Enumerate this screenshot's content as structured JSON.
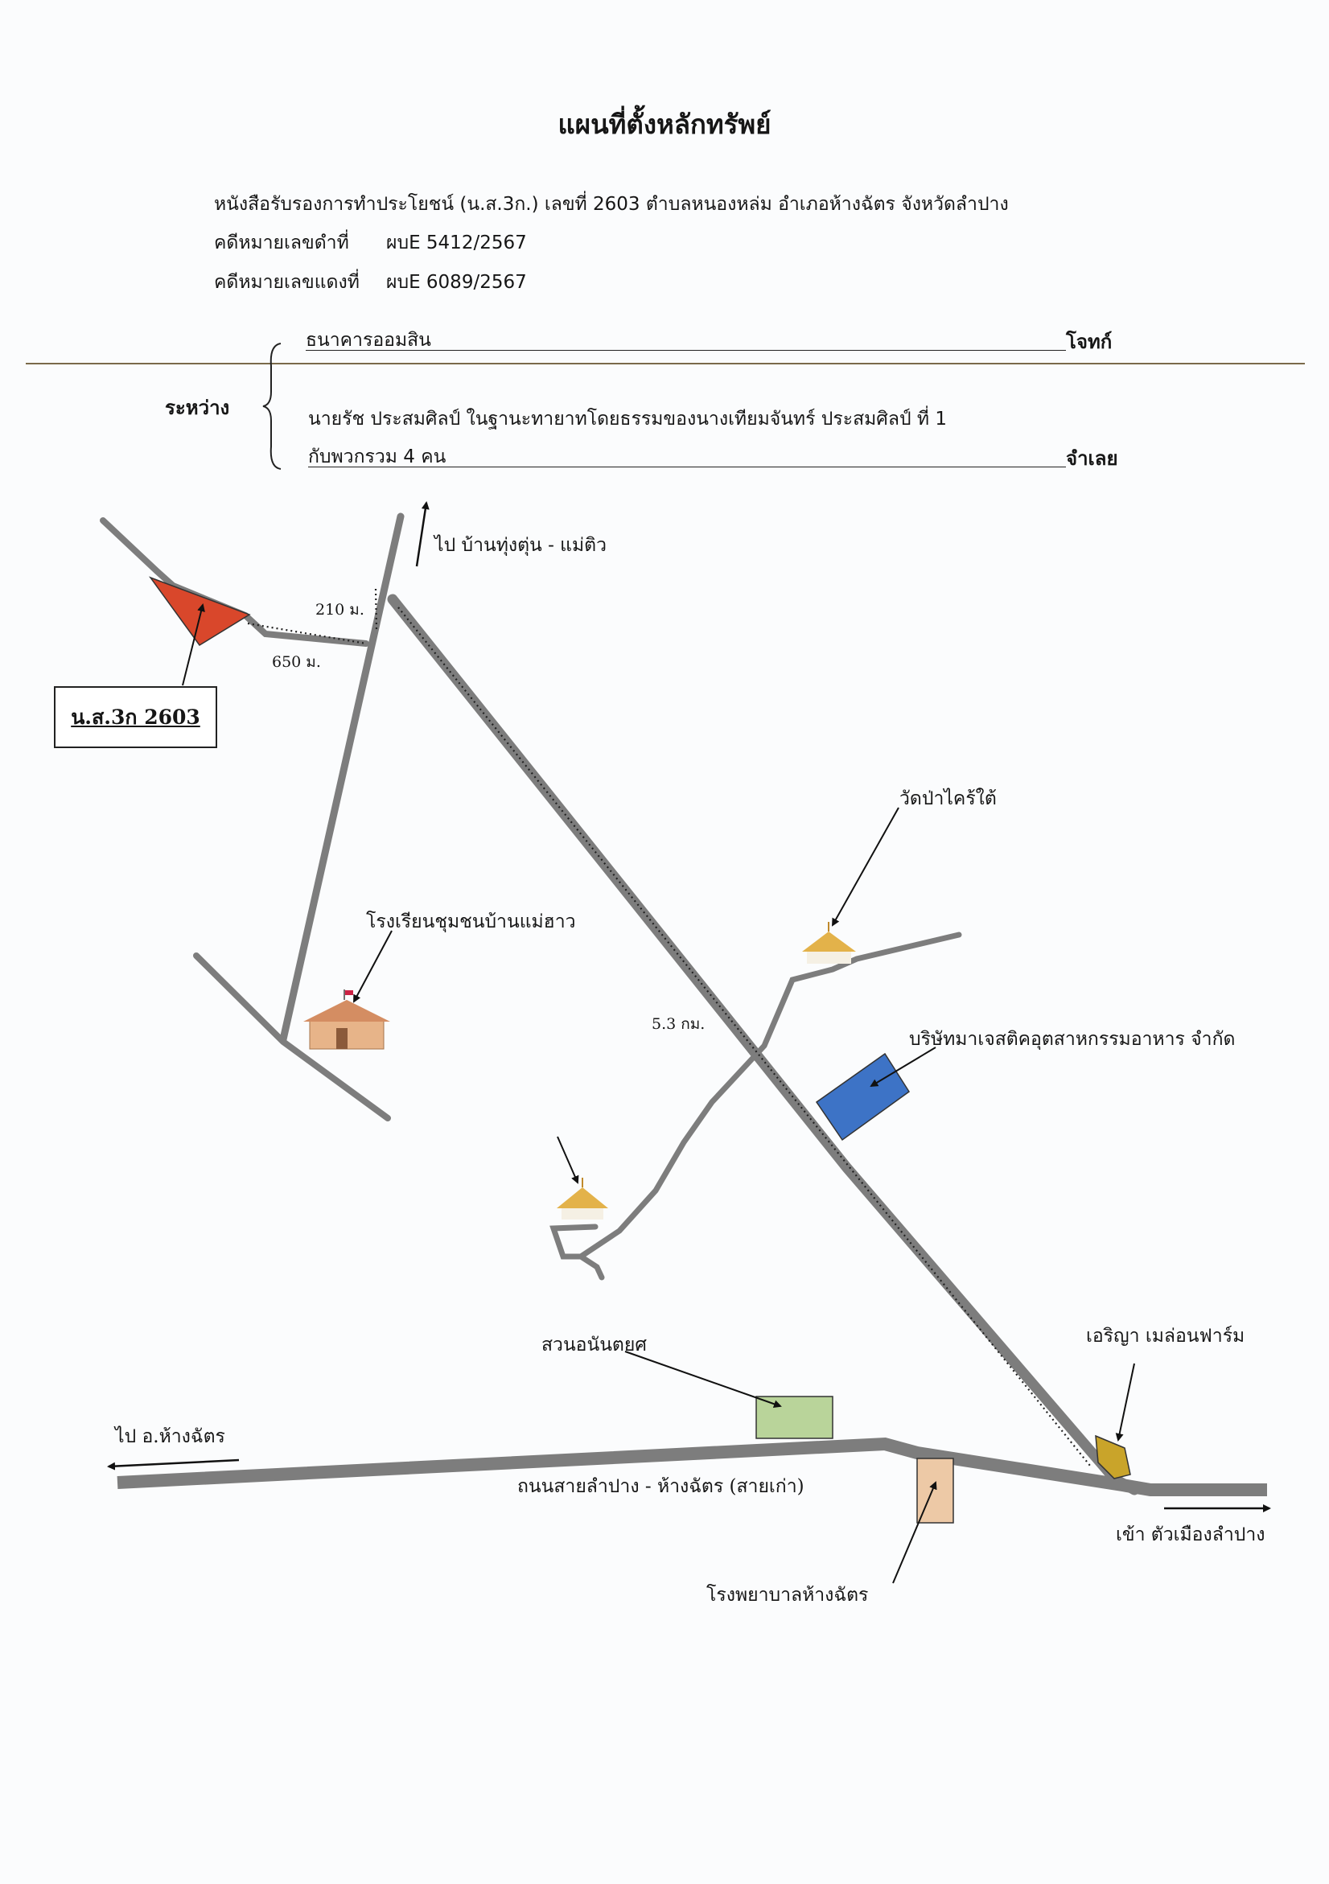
{
  "title": "แผนที่ตั้งหลักทรัพย์",
  "document": {
    "deed_line": "หนังสือรับรองการทำประโยชน์ (น.ส.3ก.)  เลขที่  2603  ตำบลหนองหล่ม  อำเภอห้างฉัตร จังหวัดลำปาง",
    "black_case_label": "คดีหมายเลขดำที่",
    "black_case_no": "ผบE  5412/2567",
    "red_case_label": "คดีหมายเลขแดงที่",
    "red_case_no": "ผบE  6089/2567"
  },
  "parties": {
    "between_label": "ระหว่าง",
    "plaintiff_name": "ธนาคารออมสิน",
    "plaintiff_role": "โจทก์",
    "defendant_line1": "นายรัช  ประสมศิลป์  ในฐานะทายาทโดยธรรมของนางเทียมจันทร์  ประสมศิลป์  ที่  1",
    "defendant_line2": "กับพวกรวม  4  คน",
    "defendant_role": "จำเลย"
  },
  "map": {
    "parcel_badge": "น.ส.3ก 2603",
    "dist_210": "210 ม.",
    "dist_650": "650 ม.",
    "dist_5_3": "5.3 กม.",
    "north_dest": "ไป บ้านทุ่งตุ่น - แม่ติว",
    "school": "โรงเรียนชุมชนบ้านแม่ฮาว",
    "temple": "วัดป่าไคร้ใต้",
    "company": "บริษัทมาเจสติคอุตสาหกรรมอาหาร จำกัด",
    "park": "สวนอนันตยศ",
    "farm": "เอริญา เมล่อนฟาร์ม",
    "west_dest": "ไป อ.ห้างฉัตร",
    "main_road": "ถนนสายลำปาง - ห้างฉัตร (สายเก่า)",
    "east_dest": "เข้า ตัวเมืองลำปาง",
    "hospital": "โรงพยาบาลห้างฉัตร",
    "colors": {
      "road": "#7d7d7d",
      "parcel": "#d9472b",
      "company": "#3d73c6",
      "park": "#b9d49a",
      "farm": "#c9a42a",
      "hospital": "#edc9a6"
    }
  }
}
